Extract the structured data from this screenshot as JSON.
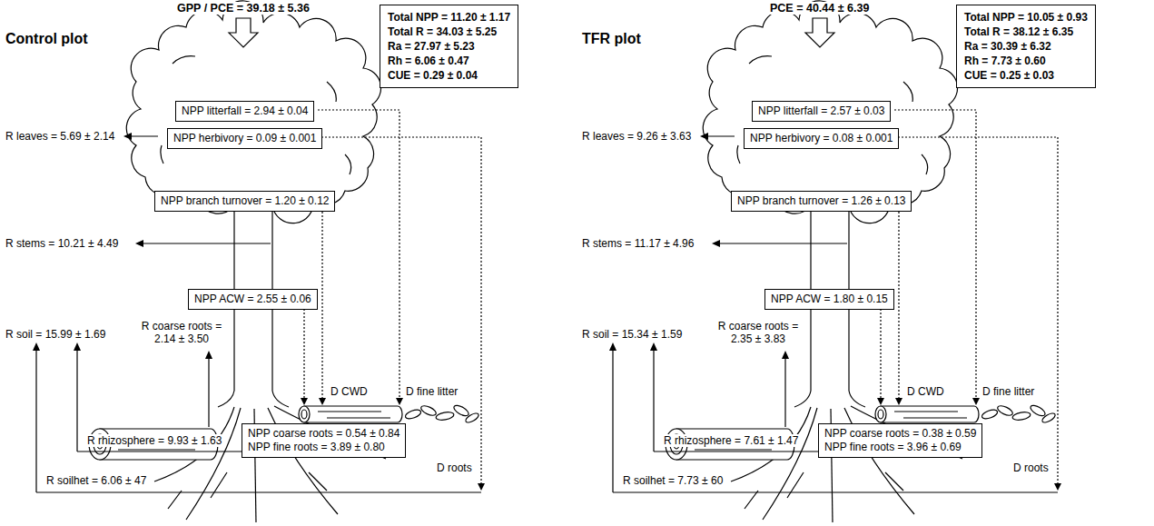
{
  "diagram": {
    "nodes": [
      {
        "text": [
          "NPP litterfall = 2.94 ± 0.04"
        ]
      },
      {
        "text": [
          "NPP herbivory = 0.09 ± 0.001"
        ]
      },
      {
        "text": [
          "NPP branch turnover = 1.20 ± 0.12"
        ]
      },
      {
        "text": [
          "NPP ACW = 2.55 ± 0.06"
        ]
      },
      {
        "text": [
          "NPP coarse roots = 0.54 ± 0.84",
          "NPP fine roots = 3.89 ± 0.80"
        ]
      },
      {
        "text": [
          "Total NPP = 11.20 ± 1.17",
          "Total R = 34.03 ± 5.25",
          "Ra = 27.97 ± 5.23",
          "Rh = 6.06 ± 0.47",
          "CUE = 0.29 ± 0.04"
        ]
      },
      {
        "text": [
          "NPP litterfall = 2.57 ± 0.03"
        ]
      },
      {
        "text": [
          "NPP herbivory = 0.08 ± 0.001"
        ]
      },
      {
        "text": [
          "NPP branch turnover = 1.26 ± 0.13"
        ]
      },
      {
        "text": [
          "NPP ACW = 1.80 ± 0.15"
        ]
      },
      {
        "text": [
          "NPP coarse roots = 0.38 ± 0.59",
          "NPP fine roots = 3.96 ± 0.69"
        ]
      },
      {
        "text": [
          "Total NPP = 10.05 ± 0.93",
          "Total R = 38.12 ± 6.35",
          "Ra = 30.39 ± 6.32",
          "Rh = 7.73 ± 0.60",
          "CUE = 0.25 ± 0.03"
        ]
      }
    ],
    "labels": [
      "GPP / PCE = 39.18 ± 5.36",
      "Control plot",
      "R leaves = 5.69 ± 2.14",
      "R stems = 10.21 ± 4.49",
      "R soil = 15.99 ± 1.69",
      "R coarse roots = 2.14 ± 3.50",
      "R rhizosphere = 9.93 ± 1.63",
      "R soilhet = 6.06 ± 47",
      "D CWD",
      "D fine litter",
      "D roots",
      "PCE = 40.44 ± 6.39",
      "TFR plot",
      "R leaves = 9.26 ± 3.63",
      "R stems = 11.17 ± 4.96",
      "R soil = 15.34 ± 1.59",
      "R coarse roots = 2.35 ± 3.83",
      "R rhizosphere = 7.61 ± 1.47",
      "R soilhet = 7.73 ± 60",
      "D CWD",
      "D fine litter",
      "D roots"
    ]
  }
}
